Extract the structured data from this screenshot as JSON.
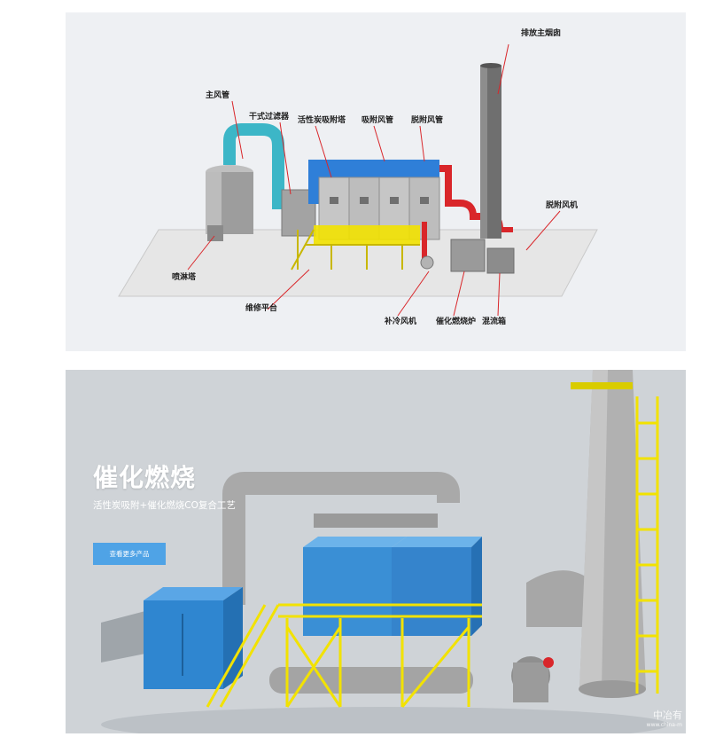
{
  "diagram": {
    "labels": {
      "main_duct": "主风管",
      "dry_filter": "干式过滤器",
      "carbon_tower": "活性炭吸附塔",
      "adsorption_duct": "吸附风管",
      "desorption_duct": "脱附风管",
      "exhaust_stack": "排放主烟囱",
      "desorption_fan": "脱附风机",
      "spray_tower": "喷淋塔",
      "platform": "维修平台",
      "cooling_fan": "补冷风机",
      "catalytic_furnace": "催化燃烧炉",
      "mixing_box": "混流箱"
    }
  },
  "hero": {
    "title": "催化燃烧",
    "subtitle": "活性炭吸附+催化燃烧CO复合工艺",
    "button_label": "查看更多产品"
  },
  "watermark": {
    "text": "中冶有",
    "sub": "www.china-m"
  },
  "colors": {
    "blue_tower": "#2f7fd8",
    "red_duct": "#d9262a",
    "cyan_duct": "#3cb6c7",
    "yellow": "#f2e200",
    "button": "#4fa3e6"
  }
}
